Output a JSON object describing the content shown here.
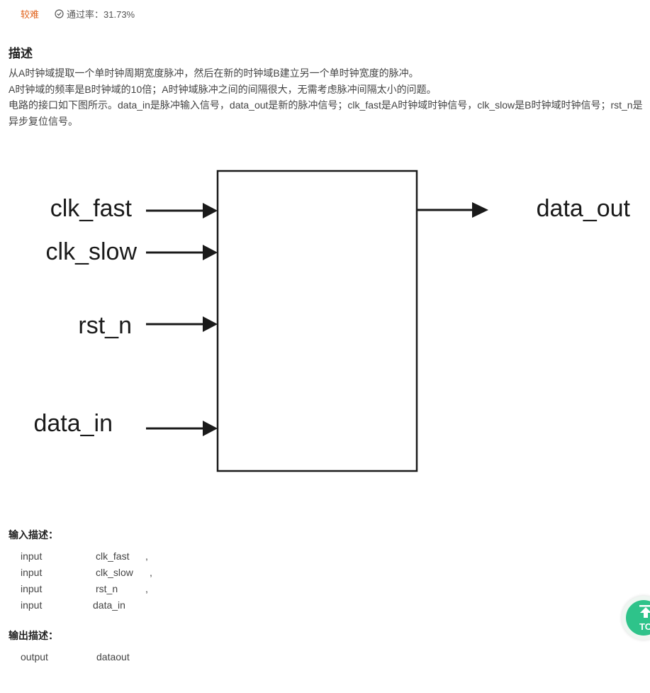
{
  "meta": {
    "difficulty": "较难",
    "pass_rate": "通过率：31.73%"
  },
  "description": {
    "title": "描述",
    "lines": [
      "从A时钟域提取一个单时钟周期宽度脉冲，然后在新的时钟域B建立另一个单时钟宽度的脉冲。",
      "A时钟域的频率是B时钟域的10倍；A时钟域脉冲之间的间隔很大，无需考虑脉冲间隔太小的问题。",
      "电路的接口如下图所示。data_in是脉冲输入信号，data_out是新的脉冲信号；clk_fast是A时钟域时钟信号，clk_slow是B时钟域时钟信号；rst_n是异步复位信号。"
    ]
  },
  "diagram": {
    "inputs": [
      "clk_fast",
      "clk_slow",
      "rst_n",
      "data_in"
    ],
    "output": "data_out"
  },
  "input_desc": {
    "title": "输入描述：",
    "rows": [
      {
        "kind": "input",
        "name": "clk_fast",
        "sep": ","
      },
      {
        "kind": "input",
        "name": "clk_slow",
        "sep": ","
      },
      {
        "kind": "input",
        "name": "rst_n",
        "sep": ","
      },
      {
        "kind": "input",
        "name": "data_in",
        "sep": ""
      }
    ]
  },
  "output_desc": {
    "title": "输出描述：",
    "rows": [
      {
        "kind": "output",
        "name": "dataout"
      }
    ]
  },
  "top_button": {
    "label": "TOP"
  },
  "icons": {
    "pass": "check-circle-icon",
    "top": "arrow-up-icon"
  },
  "colors": {
    "difficulty": "#e0611a",
    "top_button": "#2ec38a"
  }
}
